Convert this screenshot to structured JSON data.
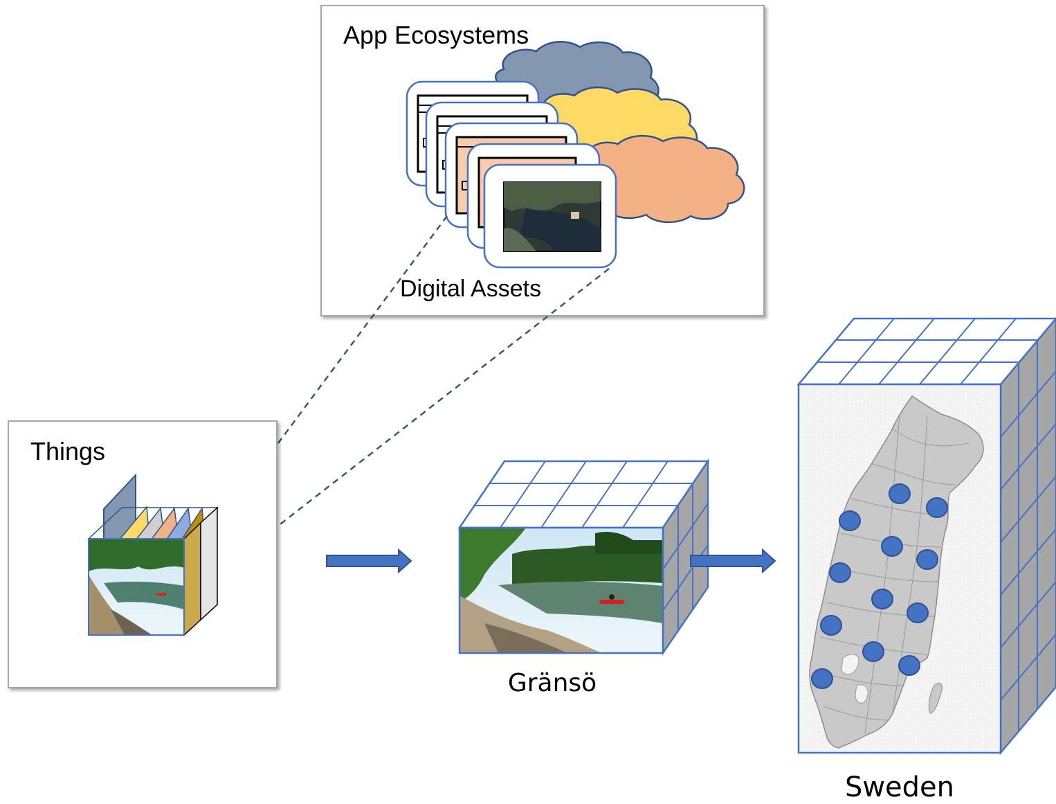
{
  "labels": {
    "app_ecosystems": "App Ecosystems",
    "digital_assets": "Digital Assets",
    "things": "Things",
    "gransoe": "Gränsö",
    "sweden": "Sweden"
  },
  "colors": {
    "blue_accent": "#4472C4",
    "dark_blue_stroke": "#2F528F",
    "cloud_gray_blue": "#8497B0",
    "cloud_yellow": "#FFD966",
    "cloud_orange": "#F4B183",
    "folder_gray": "#8497B0",
    "map_gray": "#C9C9C9",
    "cube_side": "#A6A6A6",
    "dashed_line": "#44546A"
  },
  "icons": {
    "clouds": "cloud-icon",
    "asset_cards": "document-card-icon",
    "arrows": "right-arrow-icon",
    "markers": "location-marker-icon"
  }
}
